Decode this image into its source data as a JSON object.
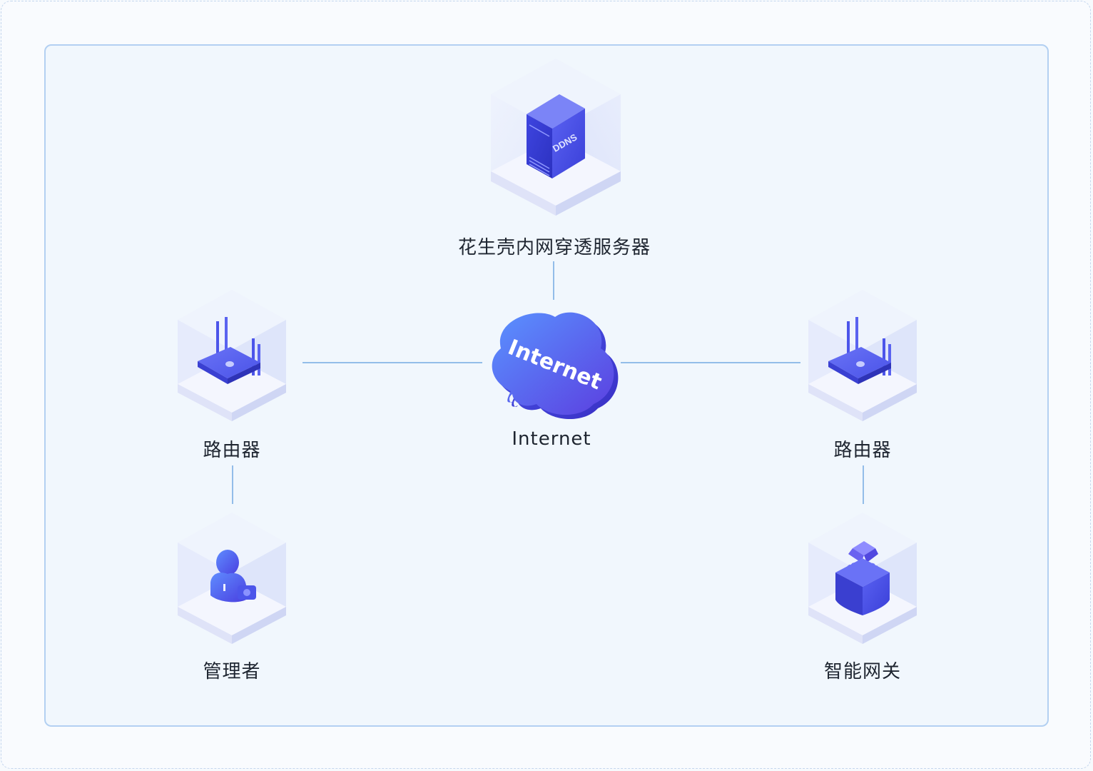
{
  "diagram": {
    "server": {
      "label": "花生壳内网穿透服务器",
      "badge": "DDNS",
      "icon": "ddns-server-icon"
    },
    "internet": {
      "label": "Internet",
      "cloud_text": "Internet",
      "icon": "cloud-icon"
    },
    "router_left": {
      "label": "路由器",
      "icon": "router-icon"
    },
    "router_right": {
      "label": "路由器",
      "icon": "router-icon"
    },
    "manager": {
      "label": "管理者",
      "icon": "manager-person-icon"
    },
    "gateway": {
      "label": "智能网关",
      "icon": "smart-gateway-icon"
    },
    "colors": {
      "accent": "#4a56ee",
      "connector": "#93bde9",
      "frame": "#b3d0f2"
    }
  }
}
